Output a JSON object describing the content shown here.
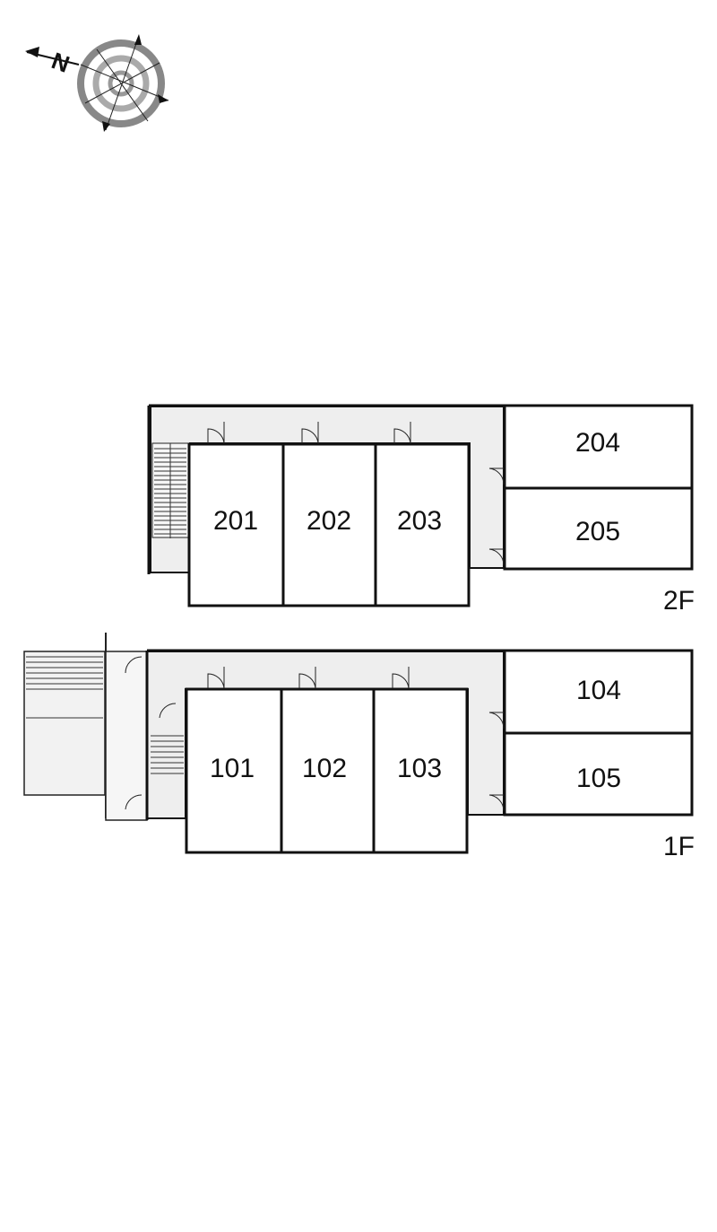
{
  "compass": {
    "north_letter": "N",
    "icon": "compass-rose-icon"
  },
  "floor_2f": {
    "label": "2F",
    "rooms": [
      {
        "id": "201",
        "label": "201"
      },
      {
        "id": "202",
        "label": "202"
      },
      {
        "id": "203",
        "label": "203"
      },
      {
        "id": "204",
        "label": "204"
      },
      {
        "id": "205",
        "label": "205"
      }
    ]
  },
  "floor_1f": {
    "label": "1F",
    "rooms": [
      {
        "id": "101",
        "label": "101"
      },
      {
        "id": "102",
        "label": "102"
      },
      {
        "id": "103",
        "label": "103"
      },
      {
        "id": "104",
        "label": "104"
      },
      {
        "id": "105",
        "label": "105"
      }
    ]
  },
  "colors": {
    "wall": "#111111",
    "corridor": "#eeeeee",
    "room": "#ffffff"
  }
}
